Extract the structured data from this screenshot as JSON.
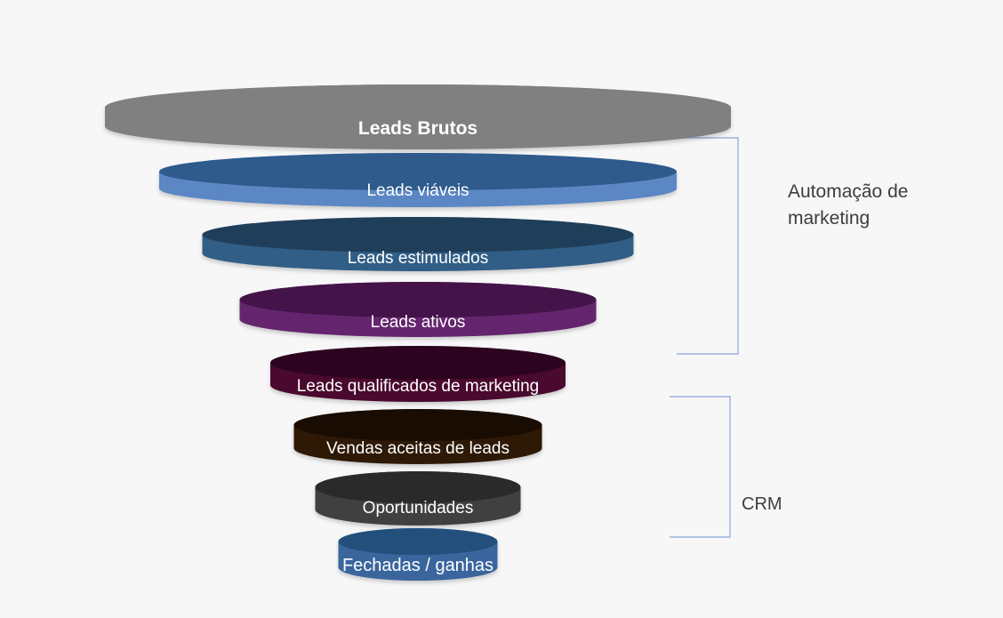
{
  "background_color": "#f7f7f8",
  "bracket_color": "#9bb3dd",
  "funnel": {
    "label_color": "#ffffff",
    "levels": [
      {
        "label": "Leads Brutos",
        "body_color": "#808080",
        "rim_color": "#808080",
        "bold": true
      },
      {
        "label": "Leads viáveis",
        "body_color": "#5b87c4",
        "rim_color": "#2e5a8c",
        "bold": false
      },
      {
        "label": "Leads estimulados",
        "body_color": "#315e86",
        "rim_color": "#1f3e59",
        "bold": false
      },
      {
        "label": "Leads ativos",
        "body_color": "#65256e",
        "rim_color": "#431349",
        "bold": false
      },
      {
        "label": "Leads qualificados de marketing",
        "body_color": "#4a092e",
        "rim_color": "#2d0420",
        "bold": false
      },
      {
        "label": "Vendas aceitas de leads",
        "body_color": "#2d1906",
        "rim_color": "#190c02",
        "bold": false
      },
      {
        "label": "Oportunidades",
        "body_color": "#404040",
        "rim_color": "#2a2a2a",
        "bold": false
      },
      {
        "label": "Fechadas / ganhas",
        "body_color": "#3a659d",
        "rim_color": "#234f7d",
        "bold": false
      }
    ]
  },
  "annotations": [
    {
      "label": "Automação de marketing"
    },
    {
      "label": "CRM"
    }
  ],
  "chart_data": {
    "type": "funnel",
    "title": "",
    "stages": [
      "Leads Brutos",
      "Leads viáveis",
      "Leads estimulados",
      "Leads ativos",
      "Leads qualificados de marketing",
      "Vendas aceitas de leads",
      "Oportunidades",
      "Fechadas / ganhas"
    ],
    "relative_widths": [
      704,
      582,
      485,
      401,
      332,
      279,
      231,
      179
    ],
    "groups": [
      {
        "label": "Automação de marketing",
        "stage_span_indices": [
          1,
          4
        ]
      },
      {
        "label": "CRM",
        "stage_span_indices": [
          4,
          7
        ]
      }
    ]
  }
}
